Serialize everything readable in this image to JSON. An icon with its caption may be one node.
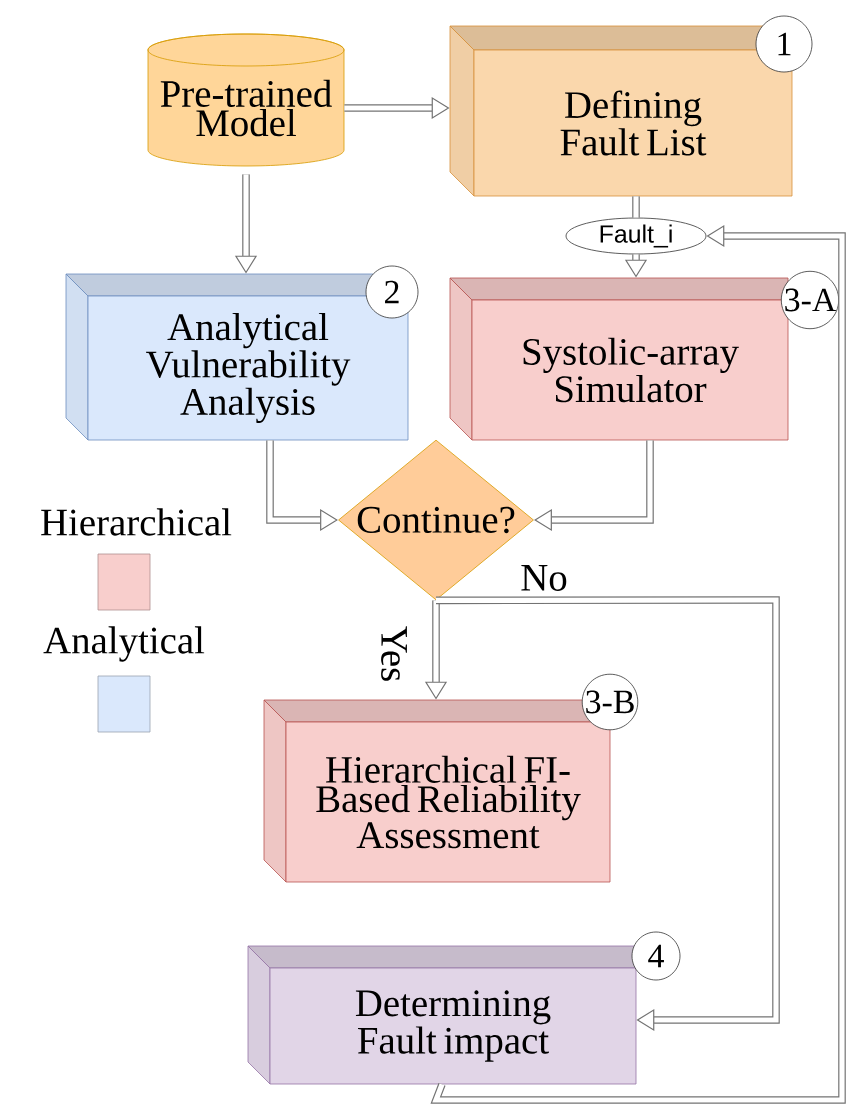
{
  "diagram": {
    "nodes": [
      {
        "text": [
          "Pre-trained Model"
        ]
      },
      {
        "text": [
          "Defining Fault List"
        ],
        "beside": [
          "1"
        ]
      },
      {
        "text": [
          "Fault_i"
        ]
      },
      {
        "text": [
          "Analytical Vulnerability Analysis"
        ],
        "beside": [
          "2"
        ]
      },
      {
        "text": [
          "Systolic-array Simulator"
        ],
        "beside": [
          "3-A"
        ]
      },
      {
        "text": [
          "Continue?"
        ]
      },
      {
        "text": [
          "Hierarchical FI-Based Reliability Assessment"
        ],
        "beside": [
          "3-B"
        ]
      },
      {
        "text": [
          "Determining Fault impact"
        ],
        "beside": [
          "4"
        ]
      }
    ],
    "edges": [
      {
        "from": 0,
        "to": 1,
        "arrow": "to"
      },
      {
        "from": 0,
        "to": 3,
        "arrow": "to"
      },
      {
        "from": 1,
        "to": 2,
        "arrow": "none"
      },
      {
        "from": 2,
        "to": 4,
        "arrow": "to"
      },
      {
        "from": 3,
        "to": 5,
        "arrow": "to"
      },
      {
        "from": 4,
        "to": 5,
        "arrow": "to"
      },
      {
        "from": 5,
        "to": 6,
        "arrow": "to",
        "label": "Yes"
      },
      {
        "from": 5,
        "to": 7,
        "arrow": "to",
        "label": "No"
      },
      {
        "from": 7,
        "to": 2,
        "arrow": "to"
      }
    ],
    "legend": [
      {
        "text": "Hierarchical",
        "color": "#f8cecc"
      },
      {
        "text": "Analytical",
        "color": "#dae8fc"
      }
    ]
  }
}
